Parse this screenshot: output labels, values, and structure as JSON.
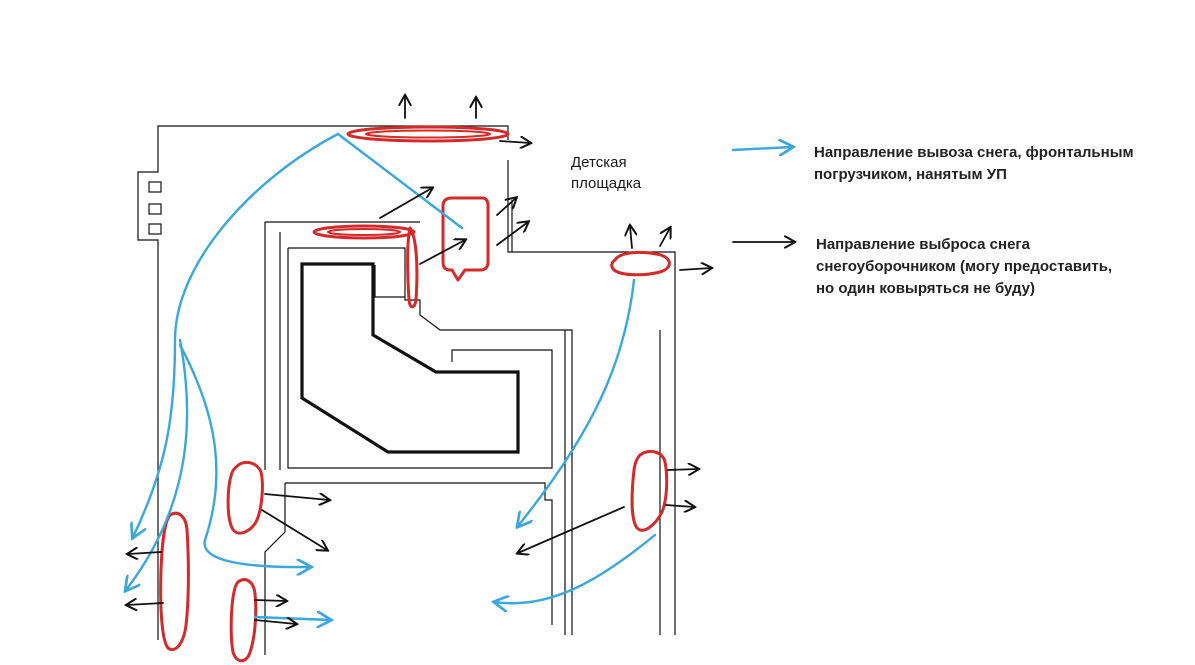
{
  "place_label": "Детская\nплощадка",
  "legend": {
    "items": [
      {
        "color": "#3aa7dd",
        "label": "Направление вывоза снега, фронтальным\nпогрузчиком, нанятым УП"
      },
      {
        "color": "#111111",
        "label": "Направление выброса снега\nснегоуборочником (могу предоставить,\nно один ковыряться не буду)"
      }
    ]
  },
  "colors": {
    "building_outline": "#111111",
    "snow_pile": "#d42a2a",
    "loader_arrow": "#3aa7dd",
    "blower_arrow": "#111111"
  }
}
